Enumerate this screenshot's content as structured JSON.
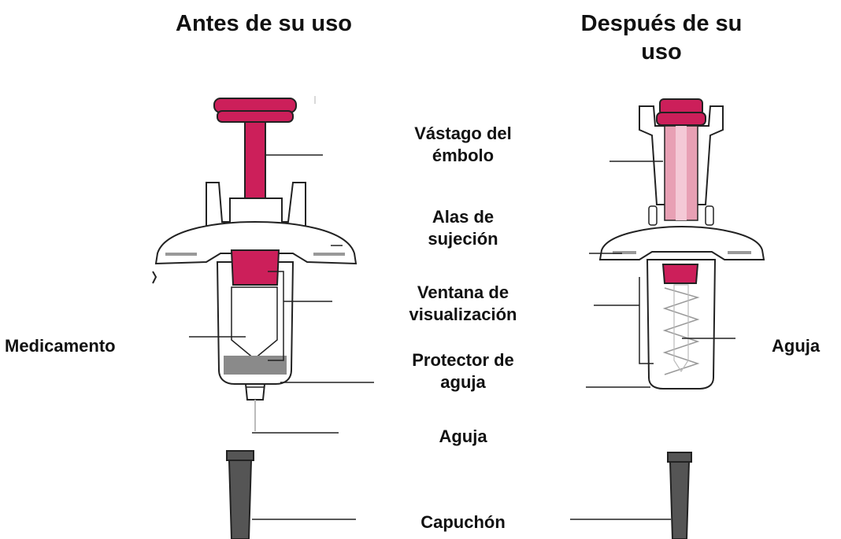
{
  "titles": {
    "before": "Antes de su uso",
    "after_line1": "Después de su",
    "after_line2": "uso"
  },
  "labels": {
    "plunger_rod_1": "Vástago del",
    "plunger_rod_2": "émbolo",
    "finger_flange_1": "Alas de",
    "finger_flange_2": "sujeción",
    "window_1": "Ventana de",
    "window_2": "visualización",
    "medication": "Medicamento",
    "needle_guard_1": "Protector de",
    "needle_guard_2": "aguja",
    "needle_center": "Aguja",
    "needle_right": "Aguja",
    "cap": "Capuchón"
  },
  "colors": {
    "plunger": "#cc1f5a",
    "plunger_light": "#e8a0b4",
    "outline": "#222222",
    "cap": "#555555",
    "medication": "#8a8a8a"
  }
}
